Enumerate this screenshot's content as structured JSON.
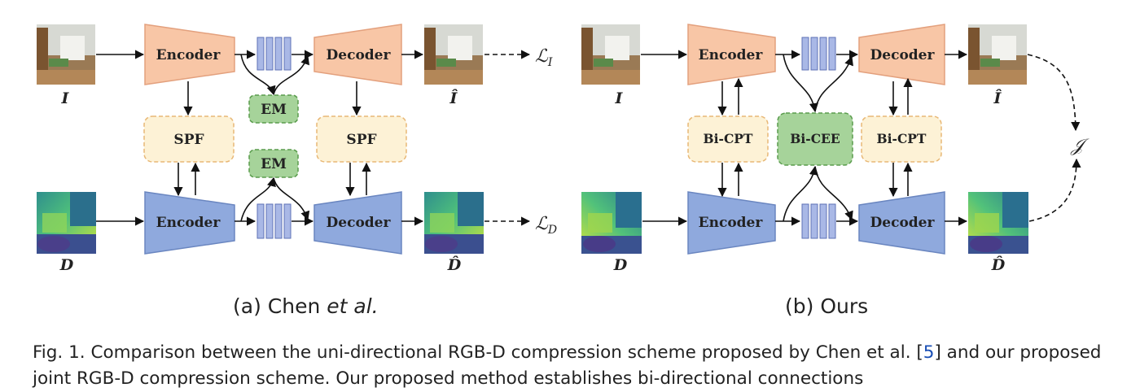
{
  "panel_a": {
    "label_prefix": "(a) Chen ",
    "label_italic": "et al.",
    "encoder": "Encoder",
    "decoder": "Decoder",
    "em": "EM",
    "spf": "SPF",
    "input_rgb": "I",
    "input_depth": "D",
    "output_rgb": "Î",
    "output_depth": "D̂",
    "loss_rgb": "ℒ",
    "loss_rgb_sub": "I",
    "loss_depth": "ℒ",
    "loss_depth_sub": "D"
  },
  "panel_b": {
    "label": "(b) Ours",
    "encoder": "Encoder",
    "decoder": "Decoder",
    "bi_cpt": "Bi-CPT",
    "bi_cee": "Bi-CEE",
    "input_rgb": "I",
    "input_depth": "D",
    "output_rgb": "Î",
    "output_depth": "D̂",
    "joint_loss": "𝒥"
  },
  "caption": {
    "text_before_ref": "Fig. 1.  Comparison between the uni-directional RGB-D compression scheme proposed by Chen et al. [",
    "ref": "5",
    "text_after_ref": "] and our proposed joint RGB-D compression scheme. Our proposed method establishes bi-directional connections"
  },
  "colors": {
    "orange_fill": "#f8c6a6",
    "orange_stroke": "#e3a07d",
    "blue_fill": "#8fa9dd",
    "blue_stroke": "#6a86c0",
    "green_fill": "#a6d39a",
    "green_stroke": "#5a9c4d",
    "cream_fill": "#fdf2d6",
    "cream_stroke": "#e8b876",
    "latent_fill": "#a9b8e6",
    "latent_stroke": "#5e72b6",
    "caption_ref": "#1a4fb5"
  }
}
